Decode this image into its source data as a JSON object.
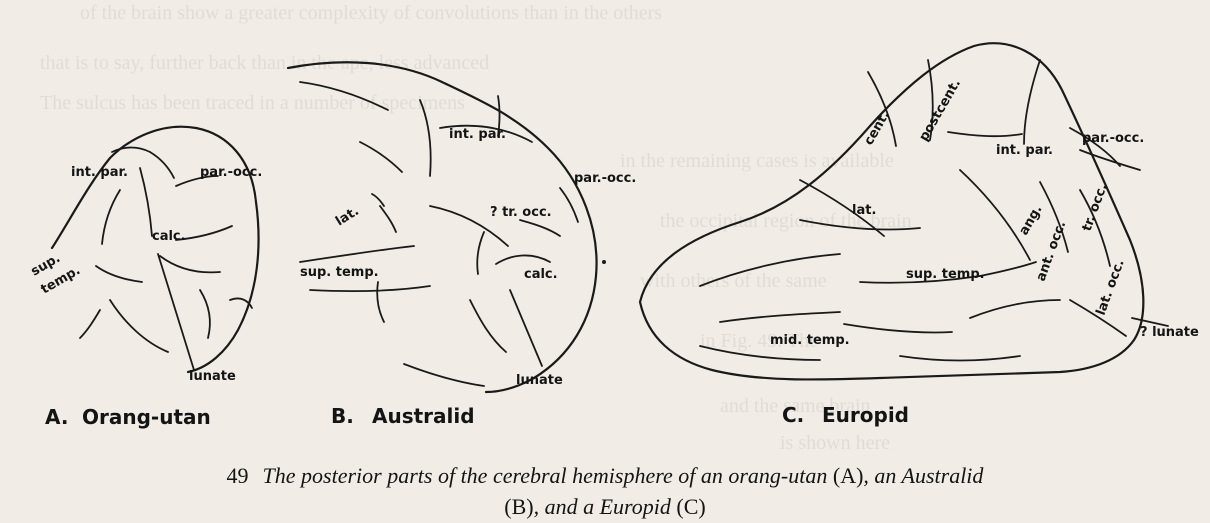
{
  "figure": {
    "panels": [
      {
        "letter": "A.",
        "name": "Orang-utan",
        "labels": {
          "int_par": "int. par.",
          "par_occ": "par.-occ.",
          "calc": "calc.",
          "sup_temp_1": "sup.",
          "sup_temp_2": "temp.",
          "lunate": "lunate"
        }
      },
      {
        "letter": "B.",
        "name": "Australid",
        "labels": {
          "int_par": "int. par.",
          "par_occ": "par.-occ.",
          "tr_occ": "? tr. occ.",
          "lat": "lat.",
          "sup_temp": "sup. temp.",
          "calc": "calc.",
          "lunate": "lunate"
        }
      },
      {
        "letter": "C.",
        "name": "Europid",
        "labels": {
          "cent": "cent.",
          "postcent": "postcent.",
          "int_par": "int. par.",
          "par_occ": "par.-occ.",
          "lat": "lat.",
          "ang": "ang.",
          "tr_occ": "tr. occ.",
          "ant_occ": "ant. occ.",
          "lat_occ": "lat. occ.",
          "sup_temp": "sup. temp.",
          "mid_temp": "mid. temp.",
          "lunate": "? lunate"
        }
      }
    ]
  },
  "caption": {
    "number": "49",
    "line1_italic": "The posterior parts of the cerebral hemisphere of an orang-utan",
    "line1_a": "(A)",
    "line1_mid": ", an Australid",
    "line2_b": "(B)",
    "line2_mid": ", and a Europid",
    "line2_c": "(C)"
  },
  "colors": {
    "paper": "#f1ede6",
    "ink": "#1a1a1a"
  }
}
